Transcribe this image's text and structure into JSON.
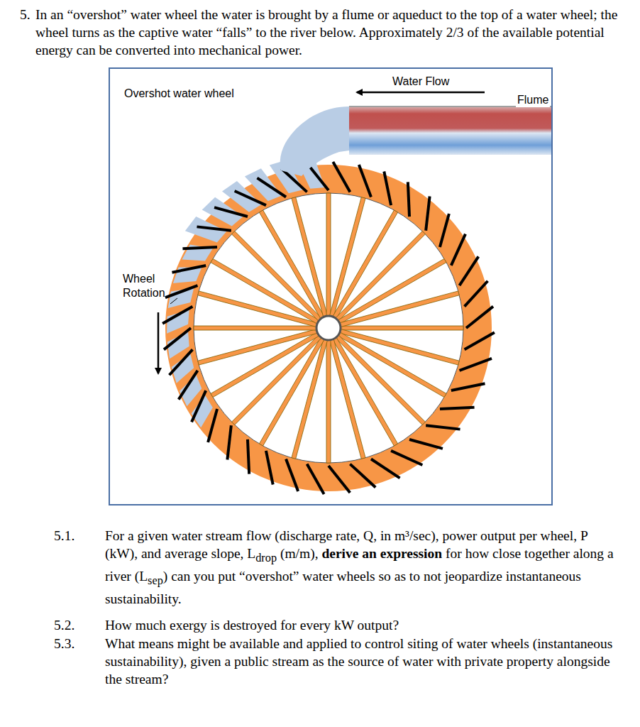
{
  "diagram": {
    "nodes": [
      {
        "text": [
          "Overshot water wheel",
          "Water Flow",
          "Flume",
          "Wheel Rotation"
        ]
      }
    ],
    "labels": [
      "5.",
      "In an “overshot” water wheel the water is brought by a flume or aqueduct to the top of a water wheel; the wheel turns as the captive water “falls” to the river below. Approximately 2/3 of the available potential energy can be converted into mechanical power.",
      "5.1.",
      "For a given water stream flow (discharge rate, Q, in m³/sec), power output per wheel, P (kW), and average slope, L",
      "drop",
      " (m/m), ",
      "derive an expression",
      " for how close together along a river (L",
      "sep",
      ") can you put “overshot” water wheels so as to not jeopardize instantaneous sustainability.",
      "5.2.",
      "How much exergy is destroyed for every kW output?",
      "5.3.",
      "What means might be available and applied to control siting of water wheels (instantaneous sustainability), given a public stream as the source of water with private property alongside the stream?"
    ]
  }
}
